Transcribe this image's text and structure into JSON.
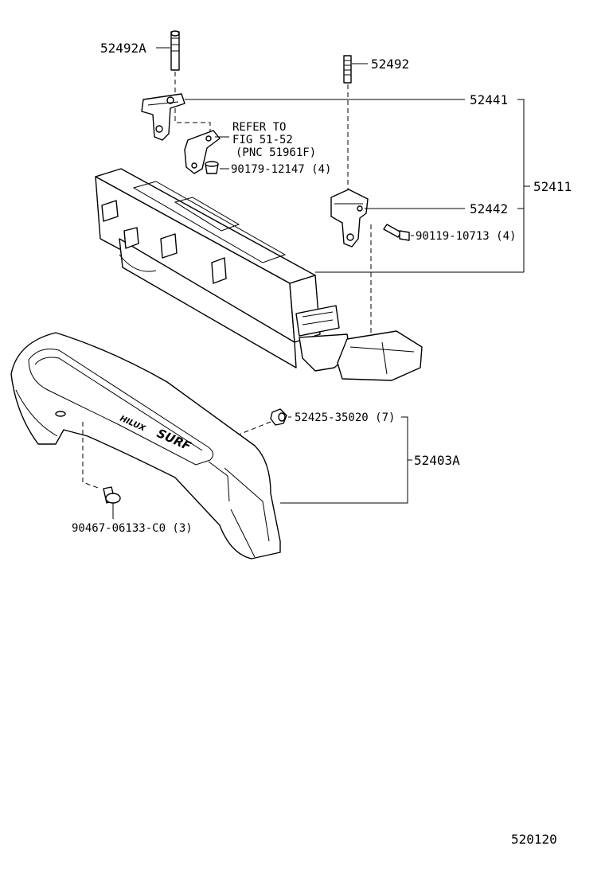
{
  "labels": {
    "p52492A": "52492A",
    "p52492": "52492",
    "p52441": "52441",
    "p52411": "52411",
    "p52442": "52442",
    "p90119": "90119-10713 (4)",
    "p90179": "90179-12147 (4)",
    "refer_line1": "REFER TO",
    "refer_line2": "FIG 51-52",
    "refer_line3": "(PNC 51961F)",
    "p52425": "52425-35020 (7)",
    "p52403A": "52403A",
    "p90467": "90467-06133-C0 (3)",
    "brand_hilux": "HILUX",
    "brand_surf": "SURF",
    "figure_number": "520120"
  }
}
